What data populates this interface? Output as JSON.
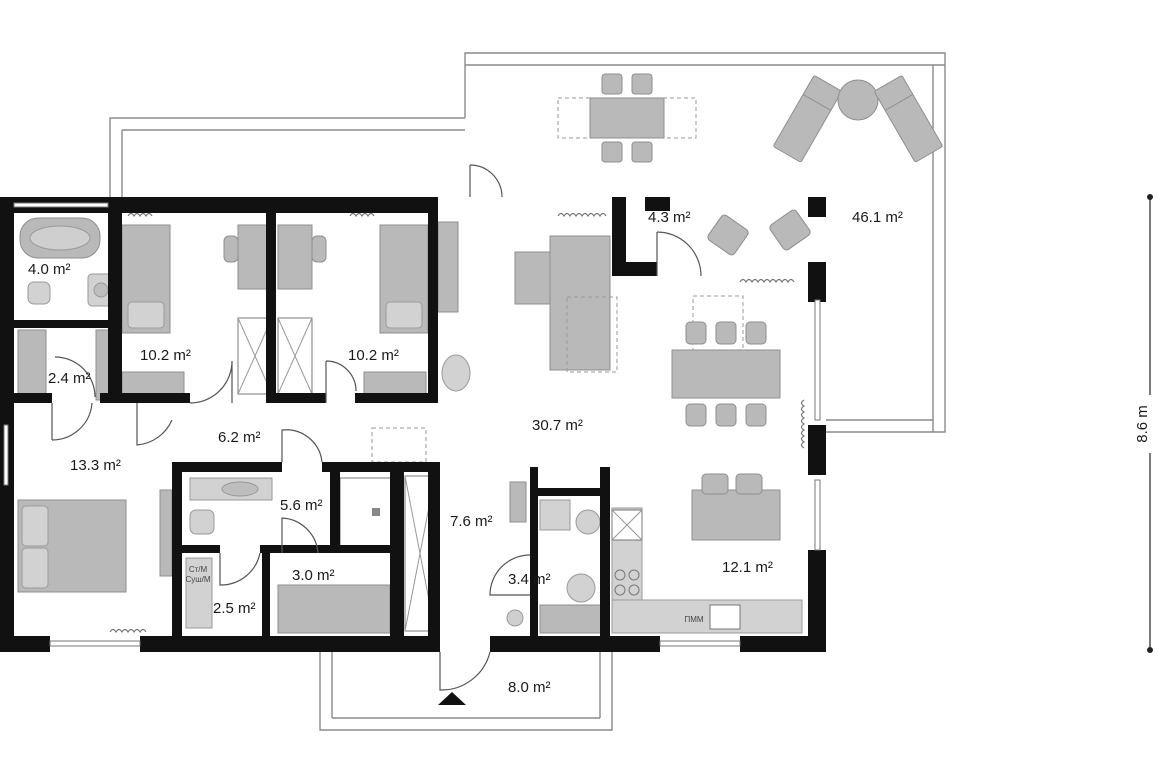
{
  "rooms": [
    {
      "id": "terrace",
      "label": "46.1 m²"
    },
    {
      "id": "entry-terrace",
      "label": "4.3 m²"
    },
    {
      "id": "bathroom",
      "label": "4.0 m²"
    },
    {
      "id": "bedroom-1",
      "label": "10.2 m²"
    },
    {
      "id": "bedroom-2",
      "label": "10.2 m²"
    },
    {
      "id": "wardrobe",
      "label": "2.4 m²"
    },
    {
      "id": "corridor",
      "label": "6.2 m²"
    },
    {
      "id": "living",
      "label": "30.7 m²"
    },
    {
      "id": "master-bedroom",
      "label": "13.3 m²"
    },
    {
      "id": "toilet",
      "label": "5.6 m²"
    },
    {
      "id": "hall",
      "label": "7.6 m²"
    },
    {
      "id": "pantry",
      "label": "3.4 m²"
    },
    {
      "id": "kitchen",
      "label": "12.1 m²"
    },
    {
      "id": "storage",
      "label": "3.0 m²"
    },
    {
      "id": "laundry",
      "label": "2.5 m²"
    },
    {
      "id": "porch",
      "label": "8.0 m²"
    }
  ],
  "dimension": {
    "label": "8.6 m"
  },
  "appliance_labels": {
    "washer_dryer_line1": "Ст/М",
    "washer_dryer_line2": "Суш/М",
    "dishwasher": "ПММ"
  },
  "colors": {
    "wall": "#111111",
    "furniture": "#b9b9b9",
    "thin_line": "#8a8a8a"
  }
}
